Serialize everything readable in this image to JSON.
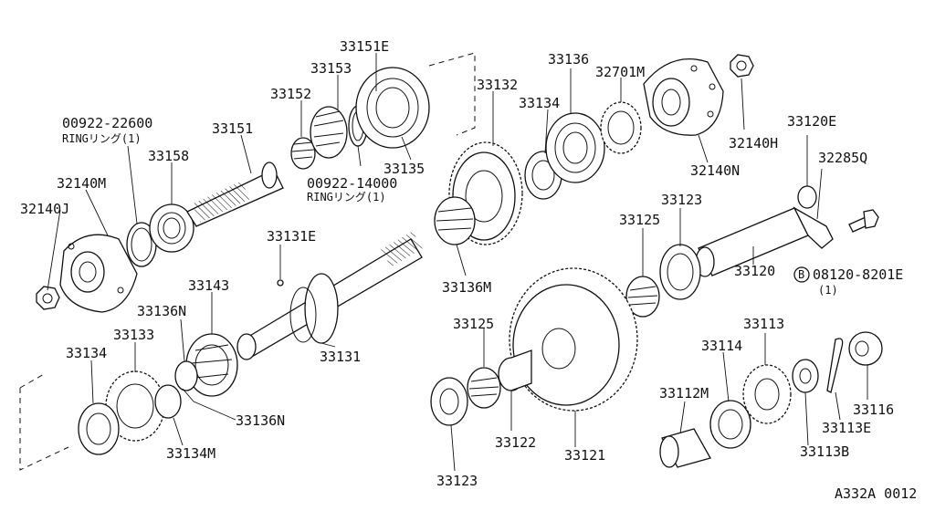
{
  "labels": {
    "p33151E": "33151E",
    "p33153": "33153",
    "p33152": "33152",
    "p33151": "33151",
    "p33158": "33158",
    "p00922_22600": "00922-22600",
    "ring1a": "RINGリング(1)",
    "p32140M": "32140M",
    "p32140J": "32140J",
    "p00922_14000": "00922-14000",
    "ring1b": "RINGリング(1)",
    "p33135": "33135",
    "p33132": "33132",
    "p33136_top": "33136",
    "p33134_top": "33134",
    "p32701M": "32701M",
    "p32140H": "32140H",
    "p32140N": "32140N",
    "p33120E": "33120E",
    "p32285Q": "32285Q",
    "p33123_top": "33123",
    "p33125_top": "33125",
    "p33136M": "33136M",
    "p33120": "33120",
    "p08120_8201E": "08120-8201E",
    "qty1": "(1)",
    "bolt_mark": "B",
    "p33131E": "33131E",
    "p33143": "33143",
    "p33131": "33131",
    "p33136N_a": "33136N",
    "p33133": "33133",
    "p33134_left": "33134",
    "p33136N_b": "33136N",
    "p33134M": "33134M",
    "p33125_mid": "33125",
    "p33122": "33122",
    "p33121": "33121",
    "p33123_bot": "33123",
    "p33113": "33113",
    "p33114": "33114",
    "p33112M": "33112M",
    "p33116": "33116",
    "p33113E": "33113E",
    "p33113B": "33113B",
    "figure_code": "A332A 0012"
  }
}
